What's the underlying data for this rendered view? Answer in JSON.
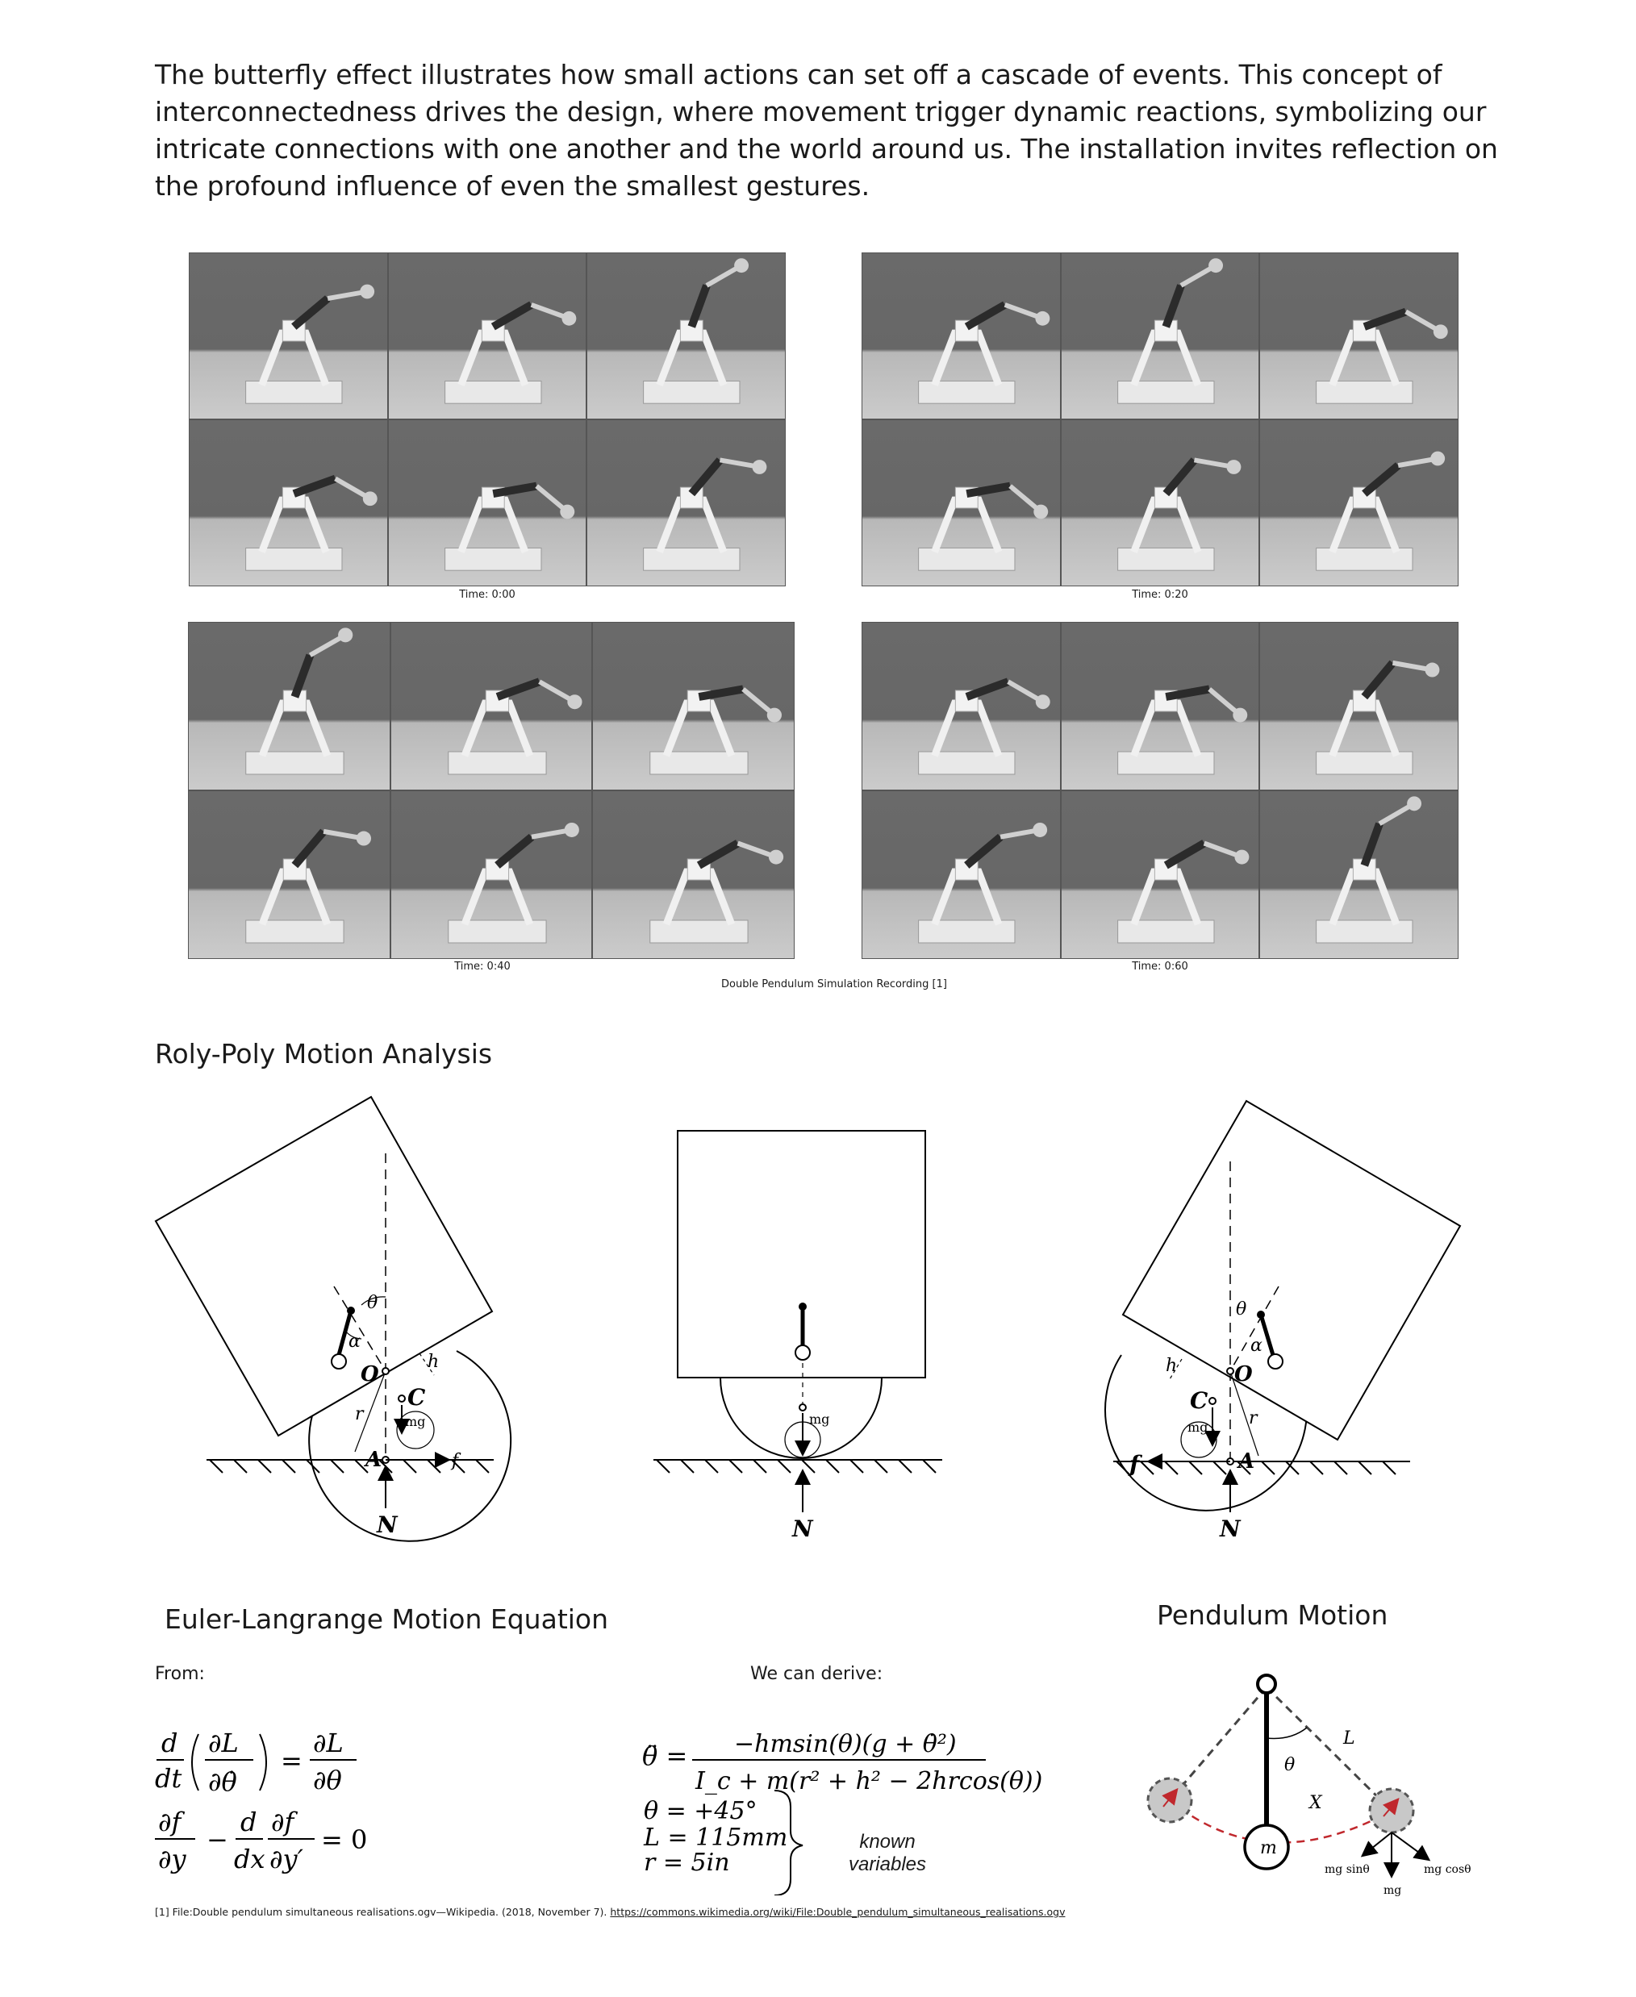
{
  "intro": "The butterfly effect illustrates how small actions can set off a cascade of events. This concept of interconnectedness drives the design, where movement trigger dynamic reactions, symbolizing our intricate connections with one another and the world around us. The installation invites reflection on the profound influence of even the smallest gestures.",
  "recordings": {
    "time_labels": [
      "Time: 0:00",
      "Time: 0:20",
      "Time: 0:40",
      "Time: 0:60"
    ],
    "caption": "Double Pendulum Simulation Recording [1]"
  },
  "rolypoly": {
    "title": "Roly-Poly Motion Analysis",
    "left_labels": {
      "theta": "θ",
      "alpha": "α",
      "O": "O",
      "h": "h",
      "C": "C",
      "r": "r",
      "mg": "mg",
      "A": "A",
      "f": "f",
      "N": "N"
    },
    "center_labels": {
      "mg": "mg",
      "N": "N"
    },
    "right_labels": {
      "theta": "θ",
      "alpha": "α",
      "O": "O",
      "h": "h",
      "C": "C",
      "r": "r",
      "mg": "mg",
      "A": "A",
      "f": "f",
      "N": "N"
    }
  },
  "euler": {
    "title": "Euler-Langrange Motion Equation",
    "from_label": "From:",
    "derive_label": "We can derive:",
    "eq1_d": "d",
    "eq1_dt": "dt",
    "eq1_num": "∂L",
    "eq1_den": "∂θ̇",
    "eq1_eq": "=",
    "eq1_rnum": "∂L",
    "eq1_rden": "∂θ",
    "eq2_num": "∂f",
    "eq2_den": "∂y",
    "eq2_minus": "−",
    "eq2_d": "d",
    "eq2_dx": "dx",
    "eq2_num2": "∂f",
    "eq2_den2": "∂y′",
    "eq2_rhs": "= 0",
    "theta_dd": "θ̈ =",
    "derived_num": "−hmsin(θ)(g + θ̇²)",
    "derived_den": "I_c + m(r² + h² − 2hrcos(θ))",
    "theta_val": "θ = +45°",
    "L_val": "L = 115mm",
    "r_val": "r = 5in",
    "known_1": "known",
    "known_2": "variables"
  },
  "pendulum": {
    "title": "Pendulum Motion",
    "L": "L",
    "theta": "θ",
    "X": "X",
    "m": "m",
    "mg_sin": "mg sinθ",
    "mg": "mg",
    "mg_cos": "mg cosθ"
  },
  "reference": {
    "text": "[1] File:Double pendulum simultaneous realisations.ogv—Wikipedia. (2018, November 7). ",
    "link": "https://commons.wikimedia.org/wiki/File:Double_pendulum_simultaneous_realisations.ogv"
  }
}
